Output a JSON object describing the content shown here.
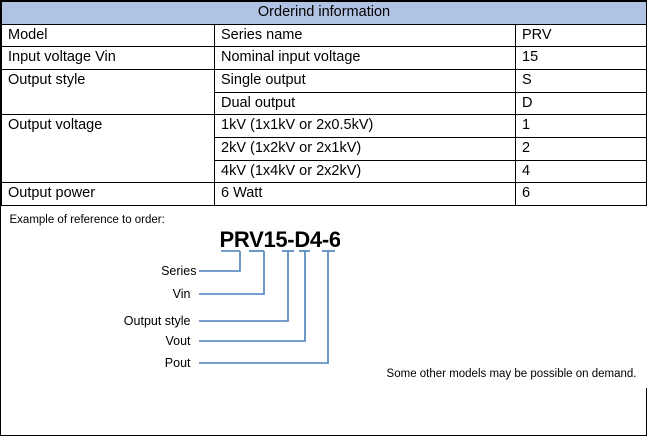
{
  "table": {
    "title": "Orderind information",
    "rows": [
      {
        "param": "Model",
        "param_rowspan": 1,
        "description": "Series name",
        "code": "PRV"
      },
      {
        "param": "Input voltage Vin",
        "param_rowspan": 1,
        "description": "Nominal input voltage",
        "code": "15"
      },
      {
        "param": "Output style",
        "param_rowspan": 2,
        "description": "Single output",
        "code": "S"
      },
      {
        "param": null,
        "param_rowspan": 0,
        "description": "Dual output",
        "code": "D"
      },
      {
        "param": "Output voltage",
        "param_rowspan": 3,
        "description": "1kV (1x1kV or 2x0.5kV)",
        "code": "1"
      },
      {
        "param": null,
        "param_rowspan": 0,
        "description": "2kV (1x2kV or 2x1kV)",
        "code": "2"
      },
      {
        "param": null,
        "param_rowspan": 0,
        "description": "4kV (1x4kV or 2x2kV)",
        "code": "4"
      },
      {
        "param": "Output power",
        "param_rowspan": 1,
        "description": "6 Watt",
        "code": "6"
      }
    ]
  },
  "diagram": {
    "example_label": "Example of reference to order:",
    "part_number": "PRV15-D4-6",
    "footer_note": "Some other models may be possible on demand.",
    "leaders": [
      {
        "label": "Series"
      },
      {
        "label": "Vin"
      },
      {
        "label": "Output style"
      },
      {
        "label": "Vout"
      },
      {
        "label": "Pout"
      }
    ]
  },
  "colors": {
    "title_background": "#b1c3e3",
    "leader_line": "#4a7ebb",
    "border": "#000000",
    "text": "#000000"
  }
}
